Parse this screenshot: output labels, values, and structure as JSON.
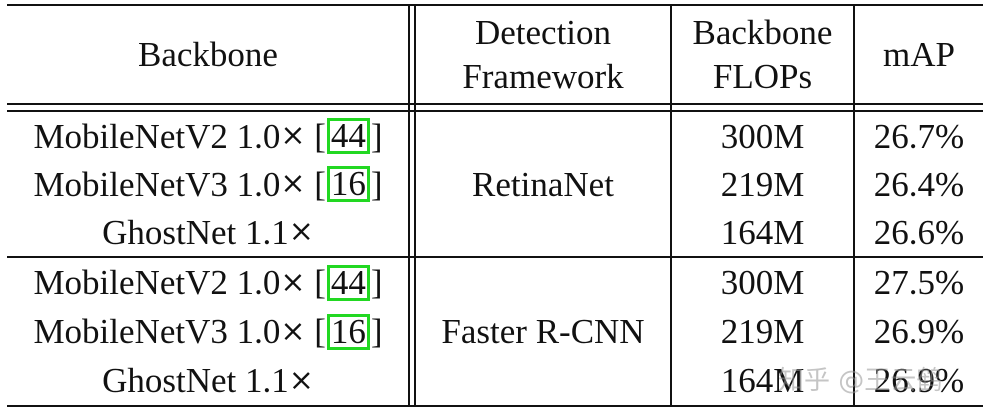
{
  "table": {
    "headers": {
      "backbone": "Backbone",
      "framework_line1": "Detection",
      "framework_line2": "Framework",
      "flops_line1": "Backbone",
      "flops_line2": "FLOPs",
      "map": "mAP"
    },
    "groups": [
      {
        "framework": "RetinaNet",
        "rows": [
          {
            "name": "MobileNetV2 1.0",
            "times": "×",
            "ref": "44",
            "flops": "300M",
            "map": "26.7%"
          },
          {
            "name": "MobileNetV3 1.0",
            "times": "×",
            "ref": "16",
            "flops": "219M",
            "map": "26.4%"
          },
          {
            "name": "GhostNet 1.1",
            "times": "×",
            "ref": "",
            "flops": "164M",
            "map": "26.6%"
          }
        ]
      },
      {
        "framework": "Faster R-CNN",
        "rows": [
          {
            "name": "MobileNetV2 1.0",
            "times": "×",
            "ref": "44",
            "flops": "300M",
            "map": "27.5%"
          },
          {
            "name": "MobileNetV3 1.0",
            "times": "×",
            "ref": "16",
            "flops": "219M",
            "map": "26.9%"
          },
          {
            "name": "GhostNet 1.1",
            "times": "×",
            "ref": "",
            "flops": "164M",
            "map": "26.9%"
          }
        ]
      }
    ],
    "ref_box_color": "#22d822"
  },
  "watermark": {
    "text": "知乎 @王云鹤"
  }
}
